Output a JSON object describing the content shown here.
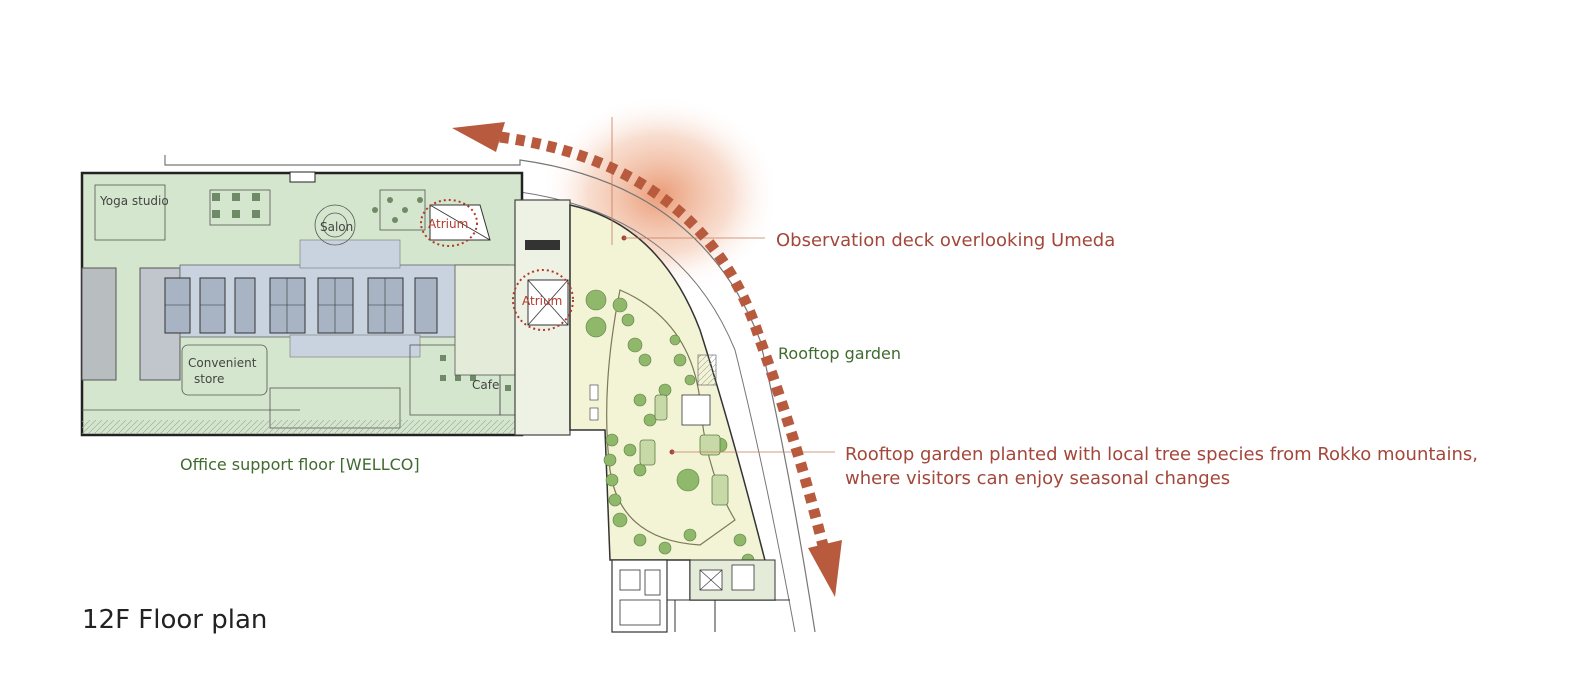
{
  "title": "12F Floor plan",
  "labels": {
    "yoga_studio": "Yoga studio",
    "salon": "Salon",
    "atrium_upper": "Atrium",
    "atrium_lower": "Atrium",
    "convenient_store_line1": "Convenient",
    "convenient_store_line2": "store",
    "cafe": "Cafe",
    "office_support": "Office support floor [WELLCO]",
    "rooftop_garden": "Rooftop garden"
  },
  "annotations": {
    "observation_deck": "Observation deck overlooking Umeda",
    "garden_line1": "Rooftop garden planted with local tree species from Rokko mountains,",
    "garden_line2": "where  visitors can enjoy seasonal changes"
  },
  "colors": {
    "office_fill": "#d4e6cd",
    "core_fill": "#c9d3e0",
    "garden_fill": "#f3f3d6",
    "tree_green": "#8fb86b",
    "accent_red": "#b85a3e",
    "green_label": "#3f6b2e",
    "red_label": "#a3473a"
  }
}
